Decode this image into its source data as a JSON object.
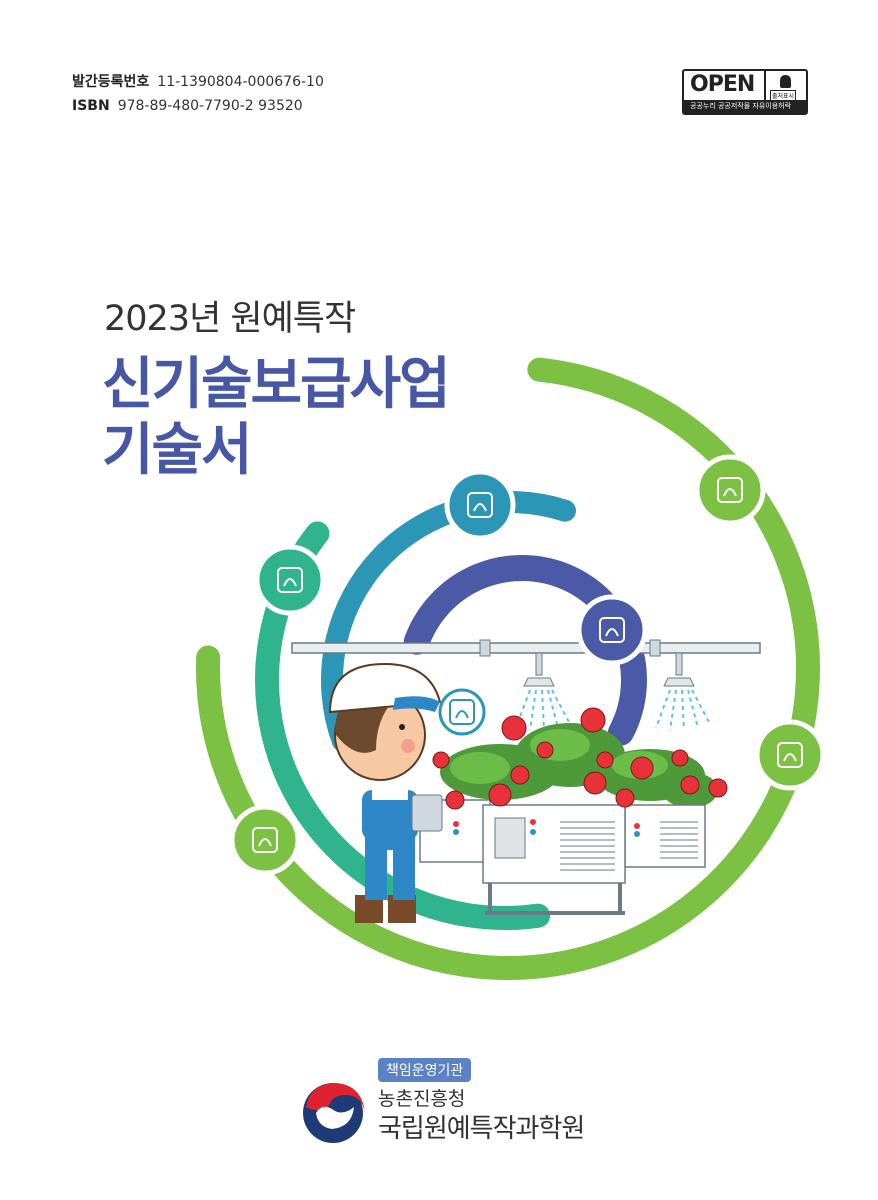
{
  "publication": {
    "reg_label": "발간등록번호",
    "reg_number": "11-1390804-000676-10",
    "isbn_label": "ISBN",
    "isbn_number": "978-89-480-7790-2 93520"
  },
  "open_license": {
    "logo_text": "OPEN",
    "person_label": "출처표시",
    "bar_text": "공공누리  공공저작물 자유이용허락"
  },
  "cover": {
    "subtitle": "2023년 원예특작",
    "title_line1": "신기술보급사업",
    "title_line2": "기술서"
  },
  "organization": {
    "badge": "책임운영기관",
    "parent": "농촌진흥청",
    "name": "국립원예특작과학원"
  },
  "colors": {
    "title": "#4757a5",
    "green": "#7cc143",
    "teal": "#2fb48e",
    "blue": "#2b96b5",
    "indigo": "#4a5aa6",
    "strawberry": "#e8323a"
  }
}
